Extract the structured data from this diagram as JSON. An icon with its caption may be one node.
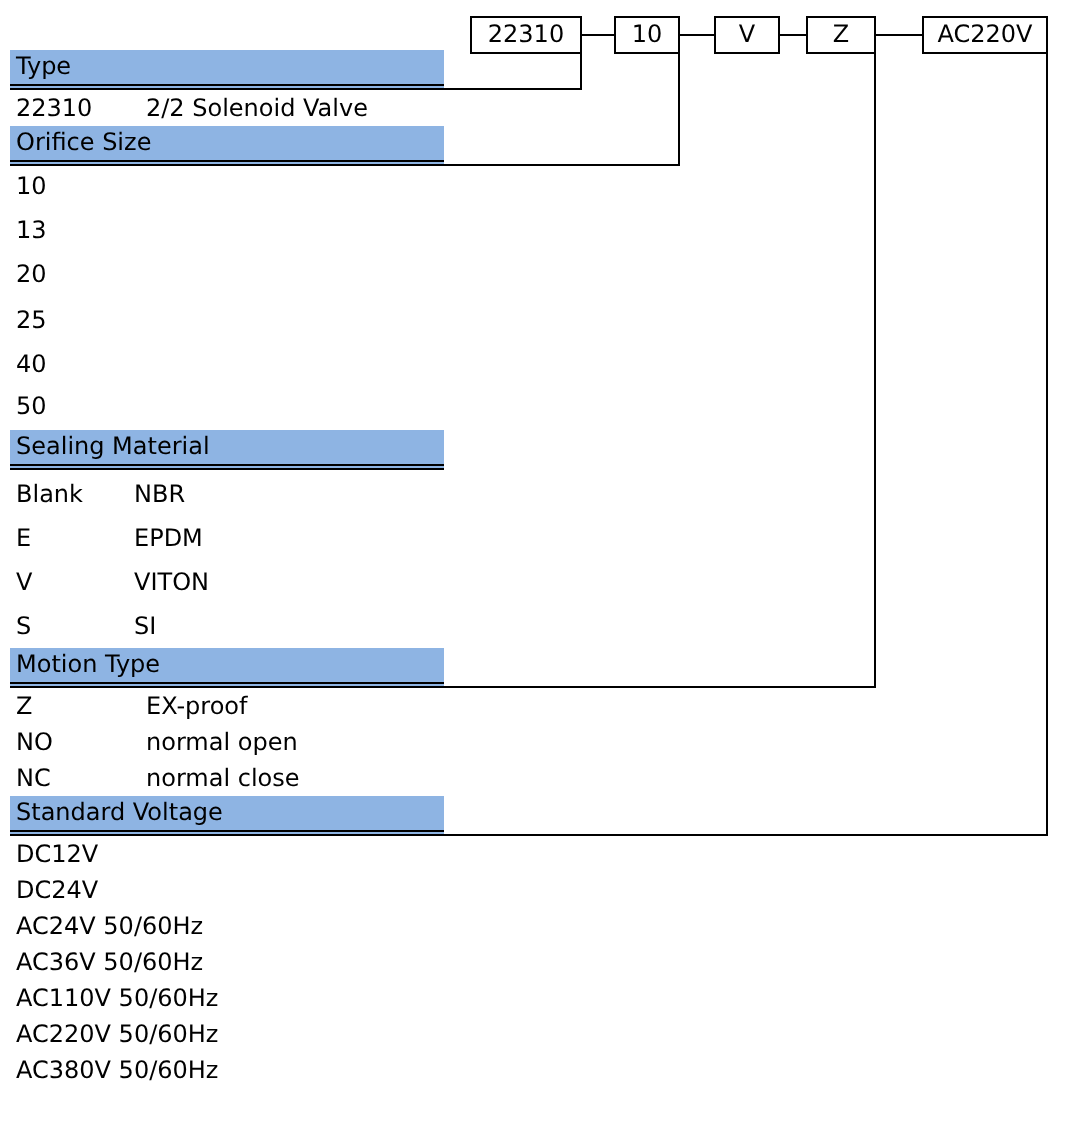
{
  "diagram": {
    "nodes": [
      {
        "text": [
          "22310"
        ]
      },
      {
        "text": [
          "10"
        ]
      },
      {
        "text": [
          "V"
        ]
      },
      {
        "text": [
          "Z"
        ]
      },
      {
        "text": [
          "AC220V"
        ]
      },
      {
        "text": [
          "Type"
        ]
      },
      {
        "text": [
          "Orifice Size"
        ]
      },
      {
        "text": [
          "Sealing Material"
        ]
      },
      {
        "text": [
          "Motion Type"
        ]
      },
      {
        "text": [
          "Standard Voltage"
        ]
      }
    ],
    "edges": [
      {
        "from": 0,
        "to": 1,
        "arrow": "none"
      },
      {
        "from": 1,
        "to": 2,
        "arrow": "none"
      },
      {
        "from": 2,
        "to": 3,
        "arrow": "none"
      },
      {
        "from": 3,
        "to": 4,
        "arrow": "none"
      },
      {
        "from": 0,
        "to": 5,
        "arrow": "none"
      },
      {
        "from": 1,
        "to": 6,
        "arrow": "none"
      },
      {
        "from": 3,
        "to": 8,
        "arrow": "none"
      },
      {
        "from": 4,
        "to": 9,
        "arrow": "none"
      }
    ],
    "labels": [
      "22310",
      "2/2 Solenoid Valve",
      "10",
      "13",
      "20",
      "25",
      "40",
      "50",
      "Blank",
      "NBR",
      "E",
      "EPDM",
      "V",
      "VITON",
      "S",
      "SI",
      "Z",
      "EX-proof",
      "NO",
      "normal open",
      "NC",
      "normal close",
      "DC12V",
      "DC24V",
      "AC24V 50/60Hz",
      "AC36V 50/60Hz",
      "AC110V 50/60Hz",
      "AC220V 50/60Hz",
      "AC380V 50/60Hz"
    ]
  }
}
